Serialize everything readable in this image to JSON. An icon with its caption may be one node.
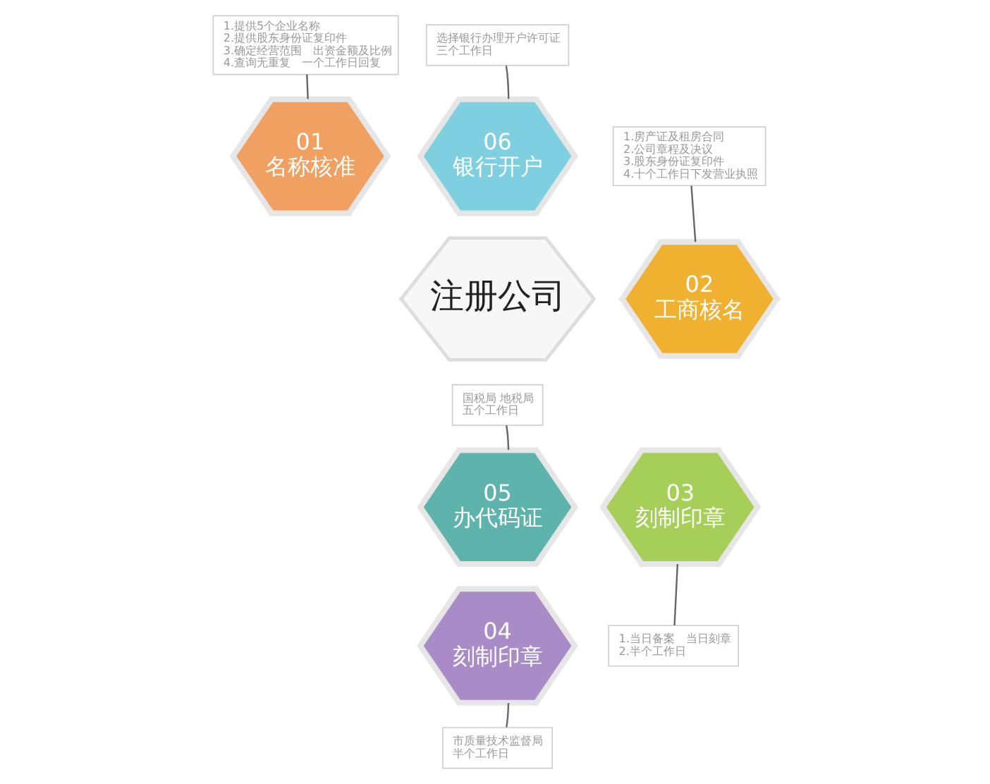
{
  "diagram": {
    "nodes": [
      {
        "text": [
          "1.提供5个企业名称",
          "2.提供股东身份证复印件",
          "3.确定经营范围　出资金额及比例",
          "4.查询无重复　一个工作日回复"
        ]
      },
      {
        "text": [
          "选择银行办理开户许可证",
          "三个工作日"
        ]
      },
      {
        "text": [
          "01",
          "名称核准"
        ]
      },
      {
        "text": [
          "1.房产证及租房合同",
          "2.公司章程及决议",
          "3.股东身份证复印件",
          "4.十个工作日下发营业执照"
        ]
      },
      {
        "text": [
          "06",
          "银行开户"
        ]
      },
      {
        "text": [
          "02",
          "工商核名"
        ]
      },
      {
        "text": [
          "注册公司"
        ]
      },
      {
        "text": [
          "国税局 地税局",
          "五个工作日"
        ]
      },
      {
        "text": [
          "05",
          "办代码证"
        ]
      },
      {
        "text": [
          "03",
          "刻制印章"
        ]
      },
      {
        "text": [
          "04",
          "刻制印章"
        ]
      },
      {
        "text": [
          "1.当日备案　当日刻章",
          "2.半个工作日"
        ]
      },
      {
        "text": [
          "市质量技术监督局",
          "半个工作日"
        ]
      }
    ],
    "edges": [
      {
        "from": 0,
        "to": 2,
        "arrow": "none"
      },
      {
        "from": 1,
        "to": 4,
        "arrow": "none"
      },
      {
        "from": 3,
        "to": 5,
        "arrow": "none"
      },
      {
        "from": 7,
        "to": 8,
        "arrow": "none"
      },
      {
        "from": 11,
        "to": 9,
        "arrow": "none"
      },
      {
        "from": 12,
        "to": 10,
        "arrow": "none"
      }
    ]
  }
}
